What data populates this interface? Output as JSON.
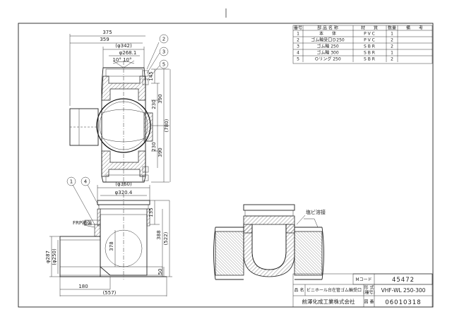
{
  "parts_table": {
    "headers": [
      "番号",
      "部 品 名 称",
      "材　　質",
      "数量",
      "備　　考"
    ],
    "rows": [
      [
        "1",
        "本　　体",
        "P V C",
        "1",
        ""
      ],
      [
        "2",
        "ゴム輪受口Ｄ250",
        "P V C",
        "2",
        ""
      ],
      [
        "3",
        "ゴム輪 250",
        "S B R",
        "2",
        ""
      ],
      [
        "4",
        "ゴム輪 300",
        "S B R",
        "1",
        ""
      ],
      [
        "5",
        "Ｏリング 250",
        "S B R",
        "2",
        ""
      ]
    ]
  },
  "title_block": {
    "code_label": "Mコード",
    "code_value": "45472",
    "name_label": "品 名",
    "name_value": "ビニホール台在管ゴム輪受口",
    "model_label_1": "形 式",
    "model_label_2": "(種号)",
    "model_value": "VHF-WL 250-300",
    "company": "前澤化成工業株式会社",
    "drawing_no_label": "図 番",
    "drawing_no_value": "06010318"
  },
  "top_view": {
    "dim_375": "375",
    "dim_359": "359",
    "dim_342": "(φ342)",
    "dim_268": "φ268.1",
    "dim_angle": "10° 10°",
    "dim_145": "145",
    "dim_230a": "230",
    "dim_230b": "230",
    "dim_390a": "390",
    "dim_390b": "390",
    "dim_780": "(780)"
  },
  "front_view": {
    "dim_360": "(φ360)",
    "dim_320": "φ320.4",
    "dim_135": "135",
    "dim_388": "388",
    "dim_522": "(522)",
    "dim_378": "378",
    "dim_287": "φ287",
    "dim_250": "(φ250)",
    "dim_50": "50",
    "dim_180": "180",
    "dim_557": "(557)",
    "frp_label": "FRP補強"
  },
  "section_view": {
    "annotation": "塩ビ溶接"
  },
  "balloons": [
    "1",
    "2",
    "3",
    "4",
    "5"
  ]
}
